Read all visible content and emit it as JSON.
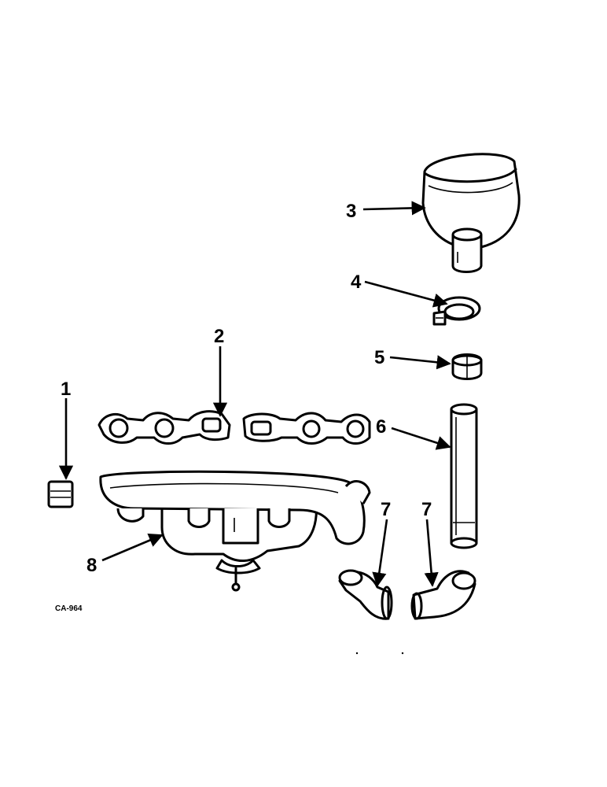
{
  "diagram": {
    "figure_id": "CA-964",
    "callouts": [
      {
        "key": "c1",
        "label": "1",
        "part": "fitting"
      },
      {
        "key": "c2",
        "label": "2",
        "part": "manifold-gasket"
      },
      {
        "key": "c3",
        "label": "3",
        "part": "muffler"
      },
      {
        "key": "c4",
        "label": "4",
        "part": "clamp"
      },
      {
        "key": "c5",
        "label": "5",
        "part": "sleeve"
      },
      {
        "key": "c6",
        "label": "6",
        "part": "pipe"
      },
      {
        "key": "c7a",
        "label": "7",
        "part": "elbow"
      },
      {
        "key": "c7b",
        "label": "7",
        "part": "elbow"
      },
      {
        "key": "c8",
        "label": "8",
        "part": "exhaust-manifold"
      }
    ]
  }
}
